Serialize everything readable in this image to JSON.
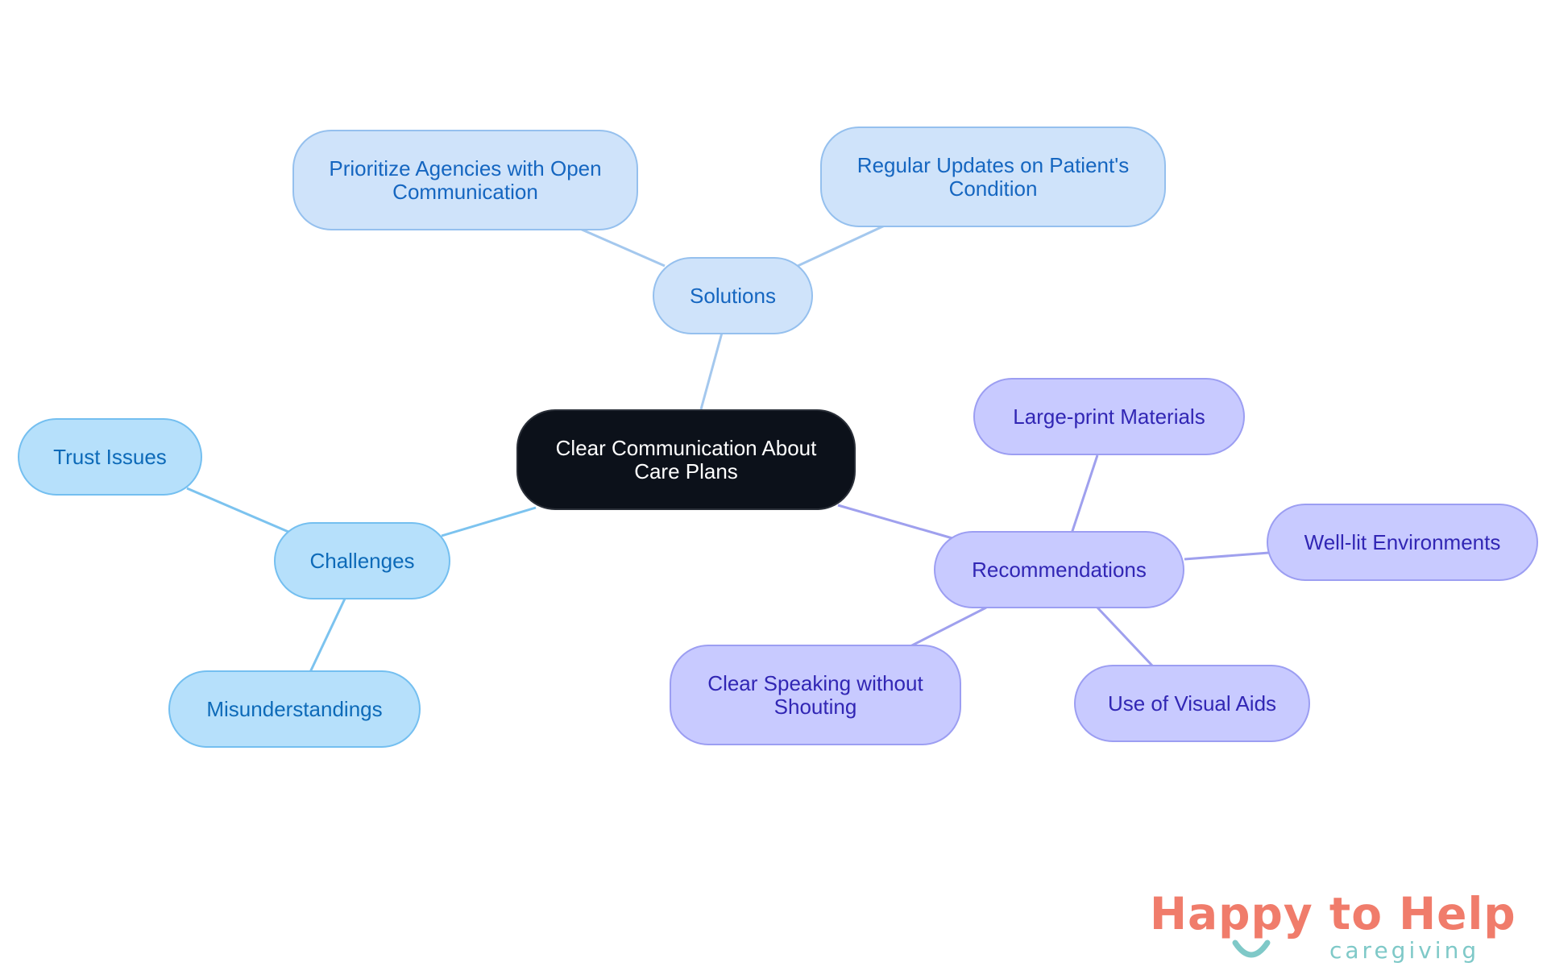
{
  "colors": {
    "solutions_edge": "#a4c8ee",
    "challenges_edge": "#7cc3ef",
    "recommendations_edge": "#9fa0ee",
    "logo_coral": "#f07c6b",
    "logo_teal": "#7fc9c8"
  },
  "mindmap": {
    "root": {
      "label": "Clear Communication About Care Plans"
    },
    "branches": [
      {
        "id": "solutions",
        "label": "Solutions",
        "children": [
          "Prioritize Agencies with Open Communication",
          "Regular Updates on Patient's Condition"
        ]
      },
      {
        "id": "challenges",
        "label": "Challenges",
        "children": [
          "Trust Issues",
          "Misunderstandings"
        ]
      },
      {
        "id": "recommendations",
        "label": "Recommendations",
        "children": [
          "Large-print Materials",
          "Well-lit Environments",
          "Use of Visual Aids",
          "Clear Speaking without Shouting"
        ]
      }
    ]
  },
  "logo": {
    "title_parts": [
      "Happy",
      " to Help"
    ],
    "subtitle": "caregiving",
    "icon": "smile-icon"
  }
}
